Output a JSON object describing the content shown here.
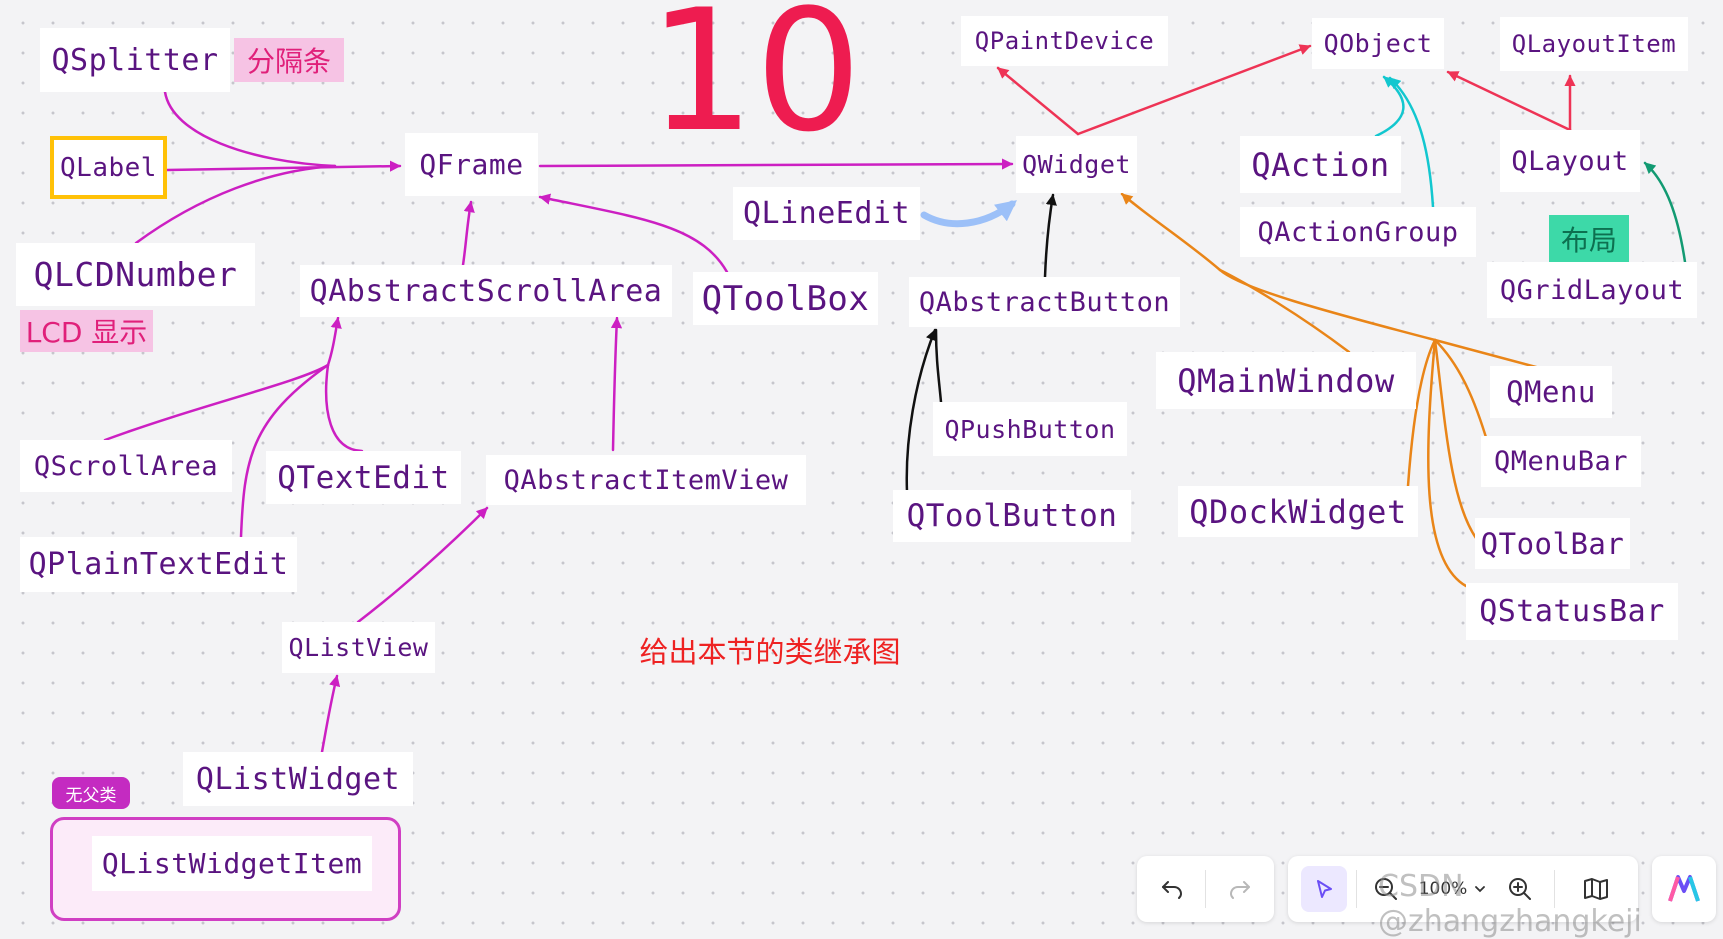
{
  "title_number": "10",
  "caption": "给出本节的类继承图",
  "nodes": {
    "qsplitter": "QSplitter",
    "qlabel": "QLabel",
    "qlcdnumber": "QLCDNumber",
    "qframe": "QFrame",
    "qabstractscrollarea": "QAbstractScrollArea",
    "qtoolbox": "QToolBox",
    "qscrollarea": "QScrollArea",
    "qtextedit": "QTextEdit",
    "qplaintextedit": "QPlainTextEdit",
    "qabstractitemview": "QAbstractItemView",
    "qlistview": "QListView",
    "qlistwidget": "QListWidget",
    "qlistwidgetitem": "QListWidgetItem",
    "qpaintdevice": "QPaintDevice",
    "qobject": "QObject",
    "qlayoutitem": "QLayoutItem",
    "qwidget": "QWidget",
    "qlineedit": "QLineEdit",
    "qabstractbutton": "QAbstractButton",
    "qpushbutton": "QPushButton",
    "qtoolbutton": "QToolButton",
    "qaction": "QAction",
    "qactiongroup": "QActionGroup",
    "qlayout": "QLayout",
    "qgridlayout": "QGridLayout",
    "qmainwindow": "QMainWindow",
    "qdockwidget": "QDockWidget",
    "qmenu": "QMenu",
    "qmenubar": "QMenuBar",
    "qtoolbar": "QToolBar",
    "qstatusbar": "QStatusBar"
  },
  "tags": {
    "splitter_note": "分隔条",
    "lcd_note": "LCD 显示",
    "layout_note": "布局",
    "no_parent": "无父类"
  },
  "toolbar": {
    "zoom_level": "100%",
    "undo_icon": "undo-icon",
    "redo_icon": "redo-icon",
    "select_icon": "pointer-icon",
    "zoom_out_icon": "zoom-out-icon",
    "zoom_in_icon": "zoom-in-icon",
    "map_icon": "book-map-icon",
    "app_icon": "app-logo-icon"
  },
  "watermark": "CSDN @zhangzhangkeji",
  "colors": {
    "magenta": "#cc1fc2",
    "red": "#ee3355",
    "orange": "#e98518",
    "cyan": "#12c7cf",
    "green": "#129a72",
    "black": "#111111",
    "blue": "#9cc0f8",
    "node_text": "#5a1480"
  }
}
